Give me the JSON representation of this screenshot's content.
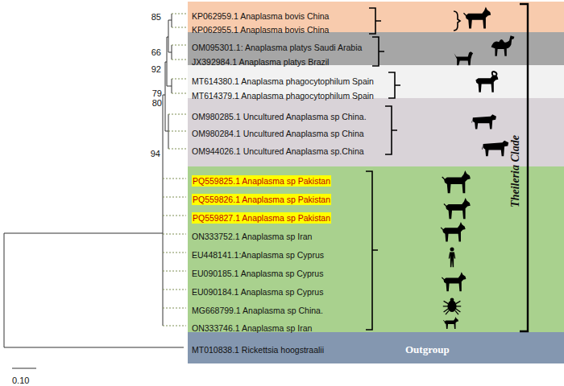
{
  "diagram": {
    "nodes": [
      {
        "text": [
          "KP062959.1 Anaplasma bovis China",
          "KP062955.1 Anaplasma bovis China"
        ]
      },
      {
        "text": [
          "OM095301.1: Anaplasma platys Saudi Arabia",
          "JX392984.1 Anaplasma platys Brazil"
        ]
      },
      {
        "text": [
          "MT614380.1 Anaplasma phagocytophilum Spain",
          "MT614379.1 Anaplasma phagocytophilum Spain"
        ]
      },
      {
        "text": [
          "OM980285.1 Uncultured Anaplasma sp China.",
          "OM980284.1 Uncultured Anaplasma sp China",
          "OM944026.1 Uncultured Anaplasma sp.China"
        ]
      },
      {
        "text": [
          "PQ559825.1 Anaplasma sp Pakistan",
          "PQ559826.1 Anaplasma sp Pakistan",
          "PQ559827.1 Anaplasma sp Pakistan",
          "ON333752.1 Anaplasma sp Iran",
          "EU448141.1:Anaplasma sp Cyprus",
          "EU090185.1 Anaplasma sp Cyprus",
          "EU090184.1 Anaplasma sp Cyprus",
          "MG668799.1 Anaplasma sp China.",
          "ON333746.1 Anaplasma sp Iran"
        ]
      },
      {
        "text": [
          "MT010838.1 Rickettsia hoogstraalii",
          "Outgroup"
        ]
      }
    ],
    "labels": [
      "85",
      "66",
      "92",
      "79",
      "80",
      "94",
      "Theileria Clade",
      "0.10"
    ]
  }
}
